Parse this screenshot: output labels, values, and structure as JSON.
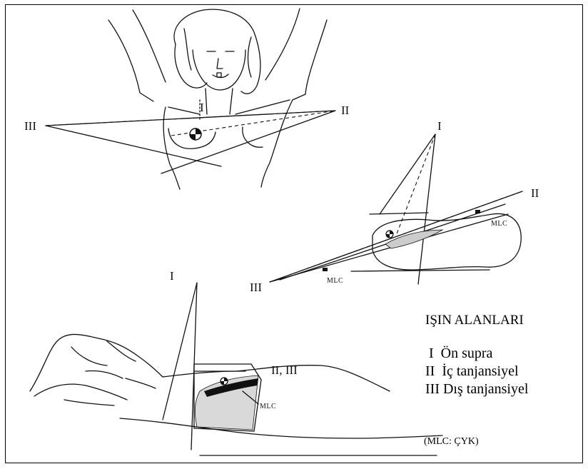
{
  "labels": {
    "top_I": "I",
    "top_II": "II",
    "top_III": "III",
    "right_I": "I",
    "right_II": "II",
    "right_III": "III",
    "right_mlc_top": "MLC",
    "right_mlc_bottom": "MLC",
    "bottom_I": "I",
    "bottom_II_III": "II, III",
    "bottom_mlc": "MLC"
  },
  "legend": {
    "title": "IŞIN ALANLARI",
    "items": [
      {
        "numeral": "I",
        "text": "Ön supra"
      },
      {
        "numeral": "II",
        "text": "İç tanjansiyel"
      },
      {
        "numeral": "III",
        "text": "Dış tanjansiyel"
      }
    ],
    "note": "(MLC: ÇYK)"
  }
}
